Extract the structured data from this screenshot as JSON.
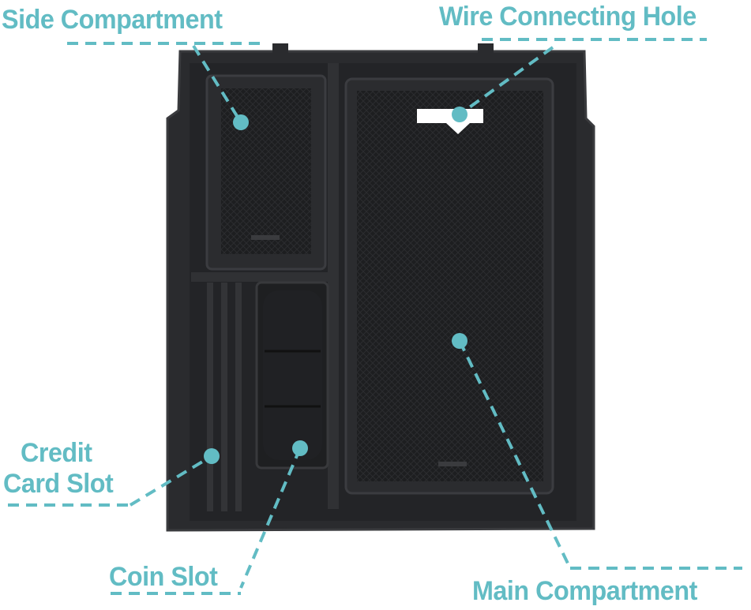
{
  "accent_color": "#62bcc4",
  "labels": {
    "side_compartment": "Side Compartment",
    "wire_connecting_hole": "Wire Connecting Hole",
    "credit_card_line1": "Credit",
    "credit_card_line2": "Card Slot",
    "coin_slot": "Coin Slot",
    "main_compartment": "Main Compartment"
  }
}
